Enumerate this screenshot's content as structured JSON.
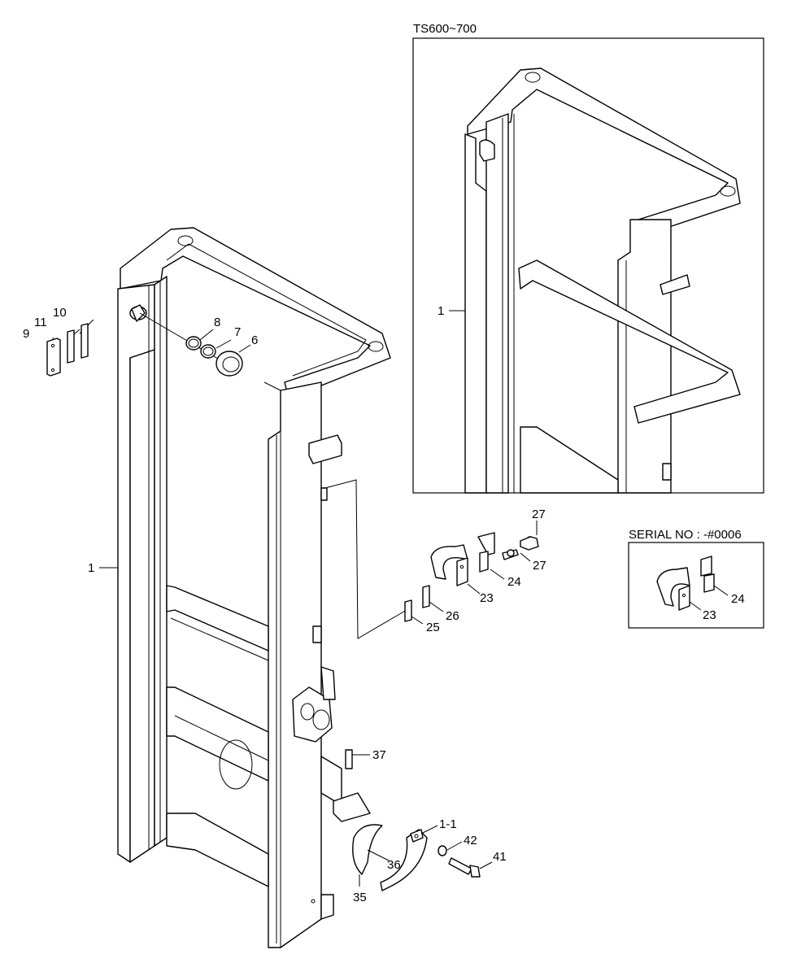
{
  "insets": {
    "model_label": "TS600~700",
    "serial_label": "SERIAL NO : -#0006"
  },
  "callouts": {
    "c1_main": "1",
    "c1_inset": "1",
    "c6": "6",
    "c7": "7",
    "c8": "8",
    "c9": "9",
    "c10": "10",
    "c11": "11",
    "c23": "23",
    "c24": "24",
    "c25": "25",
    "c26": "26",
    "c27a": "27",
    "c27b": "27",
    "c23s": "23",
    "c24s": "24",
    "c37": "37",
    "c1_1": "1-1",
    "c42": "42",
    "c41": "41",
    "c36": "36",
    "c35": "35"
  }
}
